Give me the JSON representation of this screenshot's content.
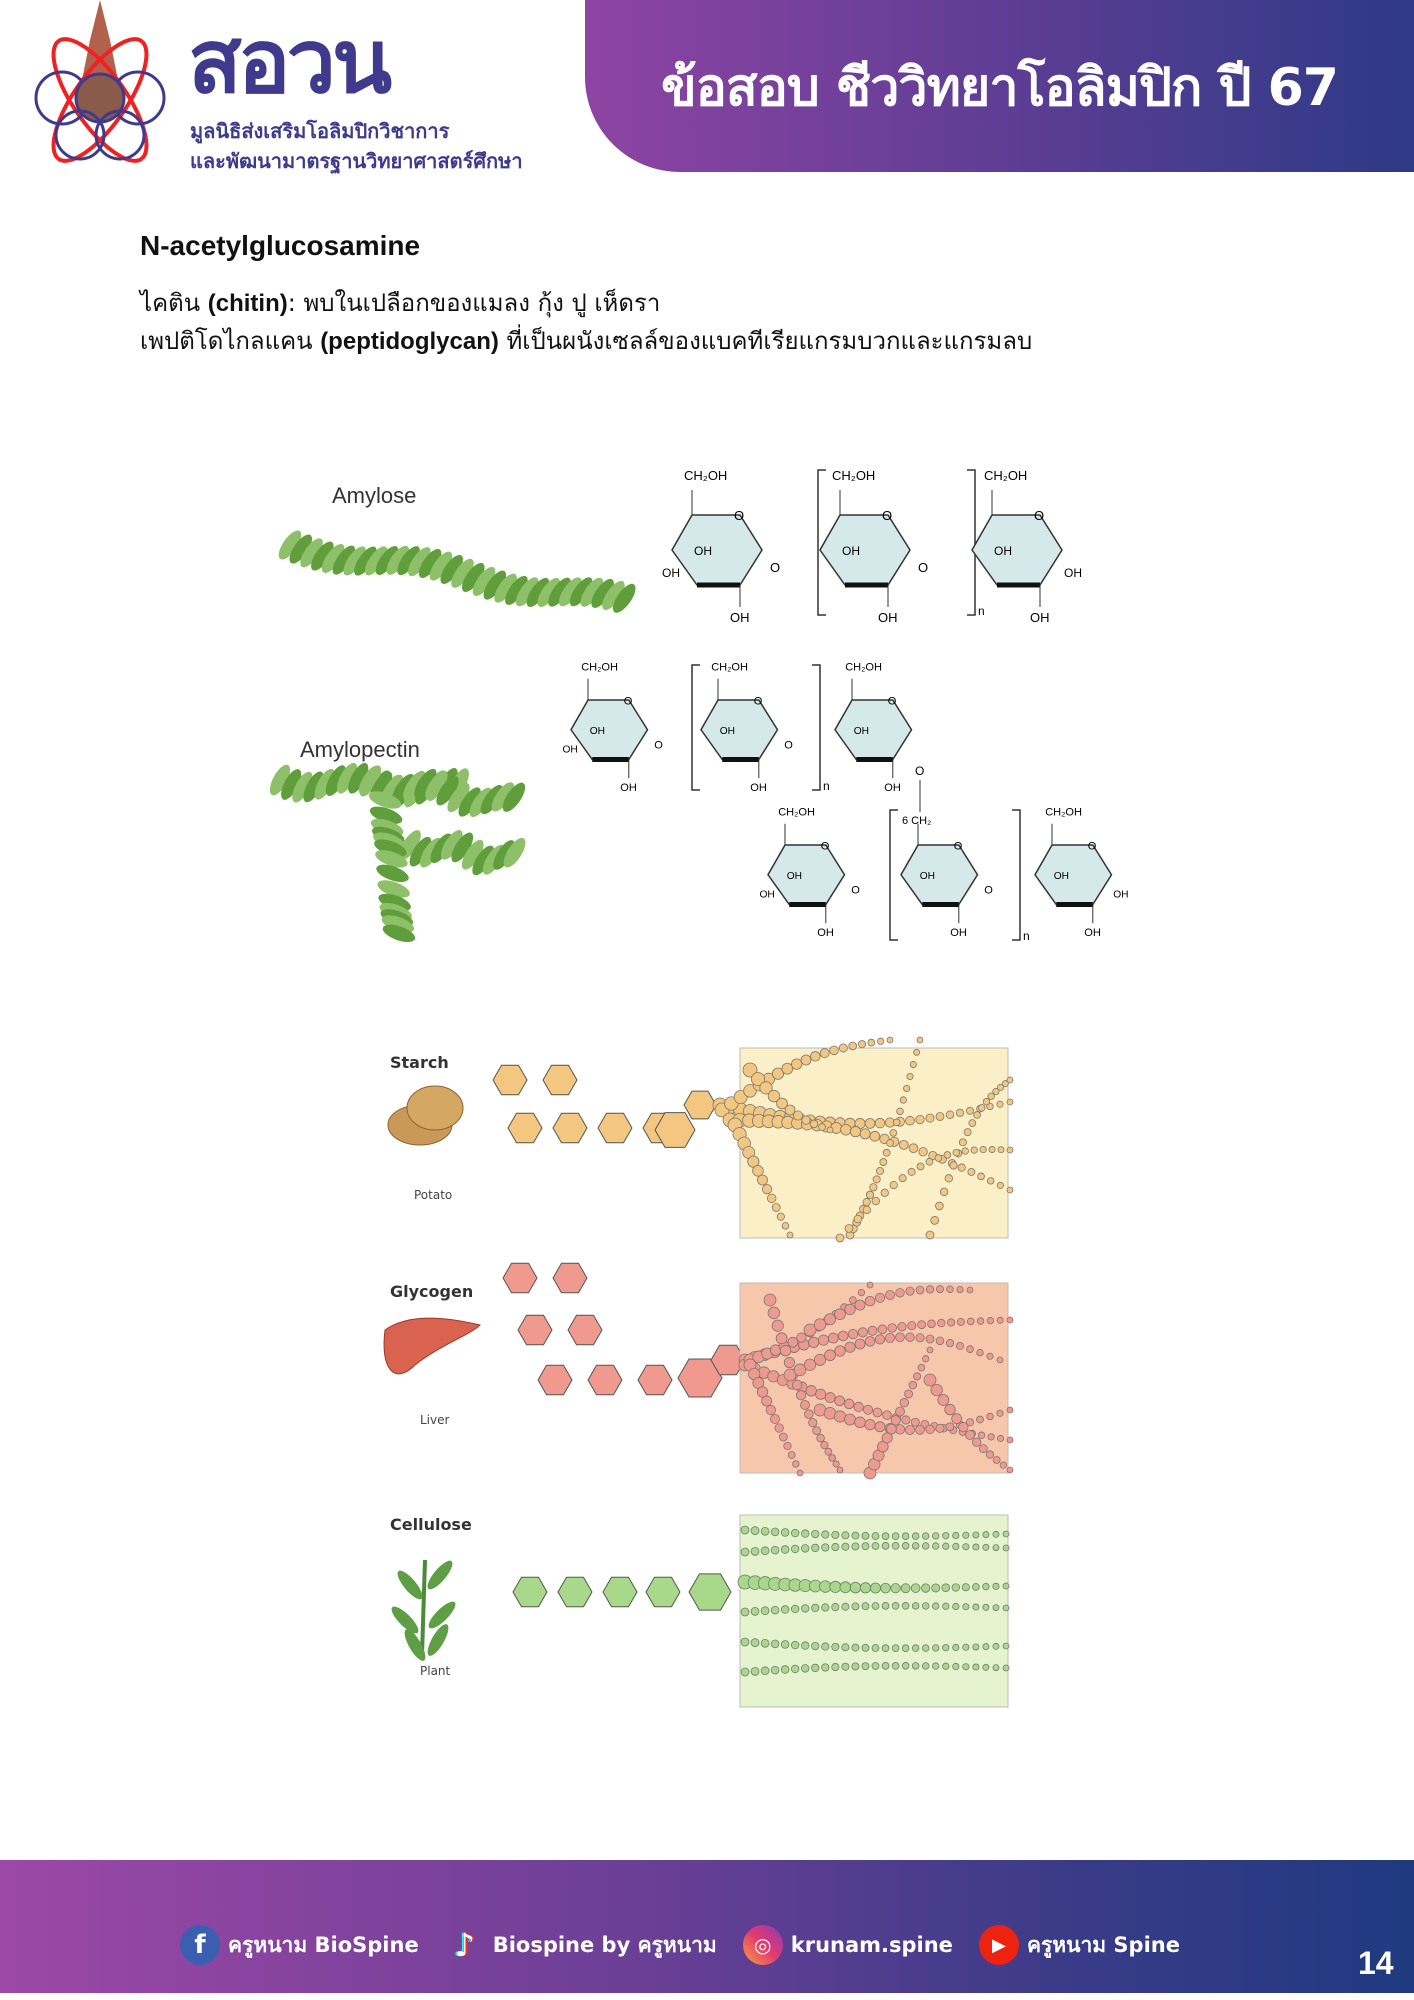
{
  "header": {
    "logo_word": "สอวน",
    "logo_sub_line1": "มูลนิธิส่งเสริมโอลิมปิกวิชาการ",
    "logo_sub_line2": "และพัฒนามาตรฐานวิทยาศาสตร์ศึกษา",
    "title": "ข้อสอบ ชีววิทยาโอลิมปิก ปี 67"
  },
  "content": {
    "heading": "N-acetylglucosamine",
    "line1_pre": "ไคติน ",
    "line1_bold": "(chitin)",
    "line1_post": ": พบในเปลือกของแมลง กุ้ง ปู เห็ดรา",
    "line2_pre": " เพปติโดไกลแคน ",
    "line2_bold": "(peptidoglycan)",
    "line2_post": " ที่เป็นผนังเซลล์ของแบคทีเรียแกรมบวกและแกรมลบ"
  },
  "diagram1": {
    "amylose_label": "Amylose",
    "amylopectin_label": "Amylopectin",
    "labels": {
      "ch2oh": "CH₂OH",
      "oh": "OH",
      "o": "O",
      "n": "n",
      "ch2_6": "6 CH₂"
    }
  },
  "diagram2": {
    "starch_label": "Starch",
    "potato_label": "Potato",
    "glycogen_label": "Glycogen",
    "liver_label": "Liver",
    "cellulose_label": "Cellulose",
    "plant_label": "Plant",
    "colors": {
      "starch": "#f3c77f",
      "starch_bg": "#fbefc8",
      "glycogen": "#f0998e",
      "glycogen_bg": "#f7c7ac",
      "cellulose": "#a8d98a",
      "cellulose_bg": "#e6f3cf"
    }
  },
  "footer": {
    "facebook": "ครูหนาม BioSpine",
    "tiktok": "Biospine by ครูหนาม",
    "instagram": "krunam.spine",
    "youtube": "ครูหนาม Spine",
    "page_number": "14"
  }
}
